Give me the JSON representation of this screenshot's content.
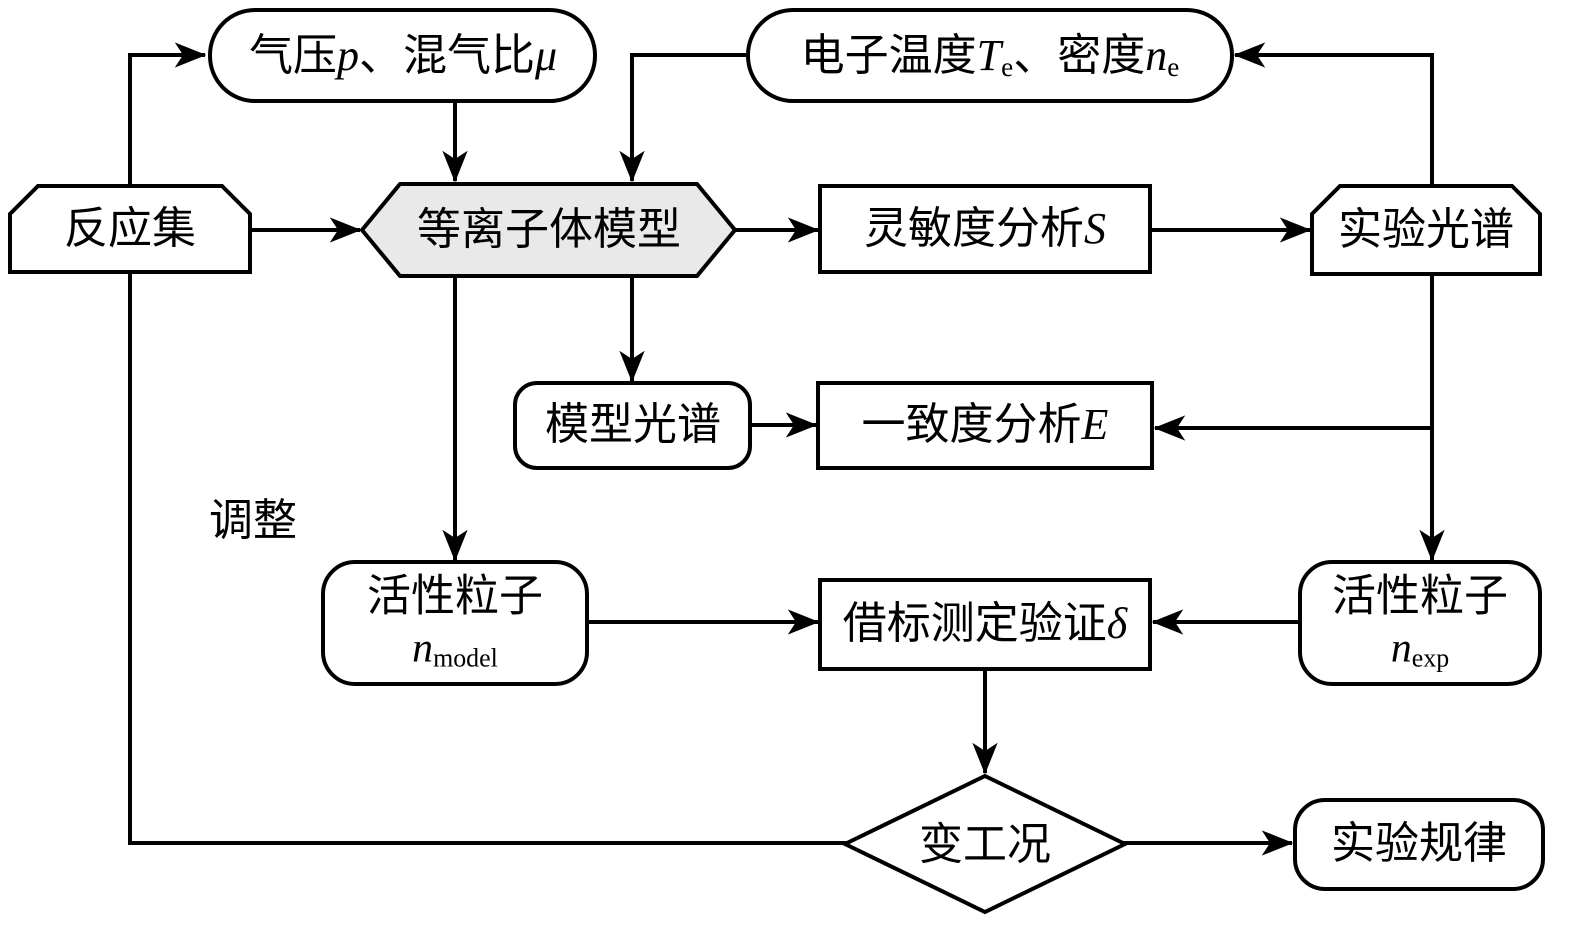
{
  "diagram": {
    "title": "plasma-model-validation-flowchart",
    "colors": {
      "stroke": "#000000",
      "node_fill": "#ffffff",
      "plasma_fill": "#e9e9e9",
      "background": "#ffffff"
    },
    "nodes": {
      "inputs": {
        "text1": "气压",
        "var1": "p",
        "text2": "、混气比",
        "var2": "μ"
      },
      "electron": {
        "text1": "电子温度",
        "var1": "T",
        "sub1": "e",
        "text2": "、密度",
        "var2": "n",
        "sub2": "e"
      },
      "reaction_set": {
        "label": "反应集"
      },
      "plasma_model": {
        "label": "等离子体模型"
      },
      "sensitivity": {
        "text": "灵敏度分析",
        "var": "S"
      },
      "exp_spectrum": {
        "label": "实验光谱"
      },
      "model_spectrum": {
        "label": "模型光谱"
      },
      "consistency": {
        "text": "一致度分析",
        "var": "E"
      },
      "n_model": {
        "line1": "活性粒子",
        "var": "n",
        "sub": "model"
      },
      "verification": {
        "text": "借标测定验证",
        "var": "δ"
      },
      "n_exp": {
        "line1": "活性粒子",
        "var": "n",
        "sub": "exp"
      },
      "condition": {
        "label": "变工况"
      },
      "law": {
        "label": "实验规律"
      }
    },
    "edge_labels": {
      "adjust": "调整"
    }
  }
}
